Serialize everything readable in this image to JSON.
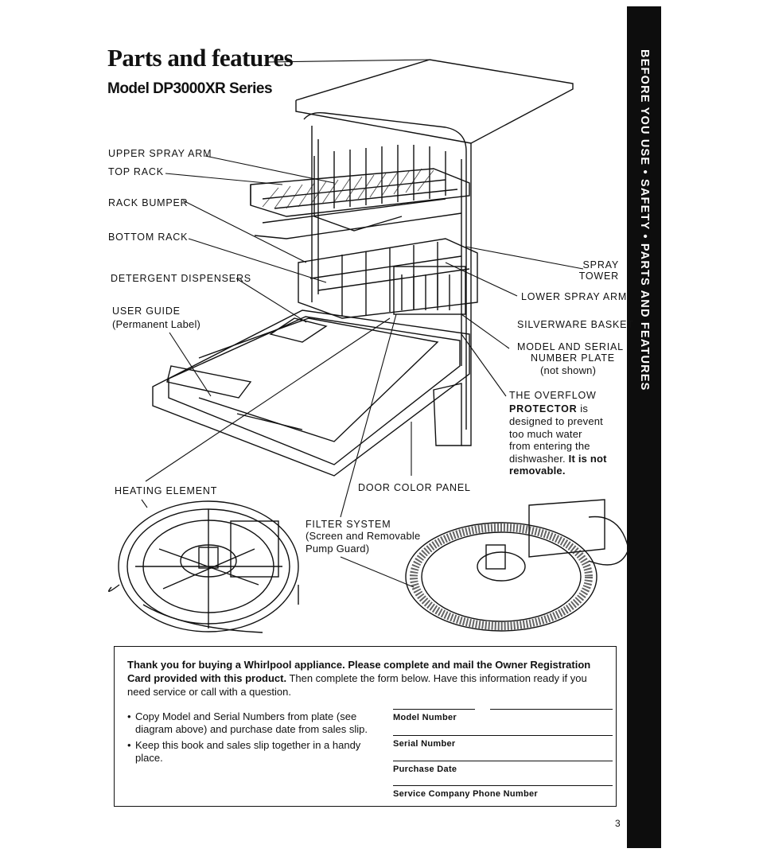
{
  "header": {
    "title": "Parts and features",
    "subtitle": "Model DP3000XR Series"
  },
  "side_tab": {
    "text": "BEFORE YOU USE • SAFETY • PARTS AND FEATURES"
  },
  "labels": {
    "upper_spray_arm": "UPPER SPRAY ARM",
    "top_rack": "TOP RACK",
    "rack_bumper": "RACK BUMPER",
    "bottom_rack": "BOTTOM RACK",
    "detergent_dispensers": "DETERGENT DISPENSERS",
    "user_guide": "USER GUIDE",
    "user_guide_sub": "(Permanent Label)",
    "spray": "SPRAY",
    "tower": "TOWER",
    "lower_spray_arm": "LOWER SPRAY ARM",
    "silverware_basket": "SILVERWARE BASKET",
    "model_serial": "MODEL AND SERIAL",
    "number_plate": "NUMBER PLATE",
    "not_shown": "(not shown)",
    "overflow_title": "THE OVERFLOW",
    "overflow_protector": "PROTECTOR",
    "overflow_is": " is",
    "overflow_line2": "designed to prevent",
    "overflow_line3": "too much water",
    "overflow_line4": "from entering the",
    "overflow_line5_a": "dishwasher. ",
    "overflow_line5_b": "It is not",
    "overflow_line6": "removable.",
    "heating_element": "HEATING ELEMENT",
    "door_color_panel": "DOOR COLOR PANEL",
    "filter_system": "FILTER SYSTEM",
    "filter_sub1": "(Screen and Removable",
    "filter_sub2": "Pump Guard)"
  },
  "registration": {
    "intro_bold": "Thank you for buying a Whirlpool appliance. Please complete and mail the Owner Registration Card provided with this product.",
    "intro_rest": " Then complete the form below. Have this information ready if you need service or call with a question.",
    "bullets": [
      "Copy Model and Serial Numbers from plate (see diagram above) and purchase date from sales slip.",
      "Keep this book and sales slip together in a handy place."
    ],
    "fields": [
      "Model Number",
      "Serial Number",
      "Purchase Date",
      "Service Company Phone Number"
    ]
  },
  "page_number": "3"
}
